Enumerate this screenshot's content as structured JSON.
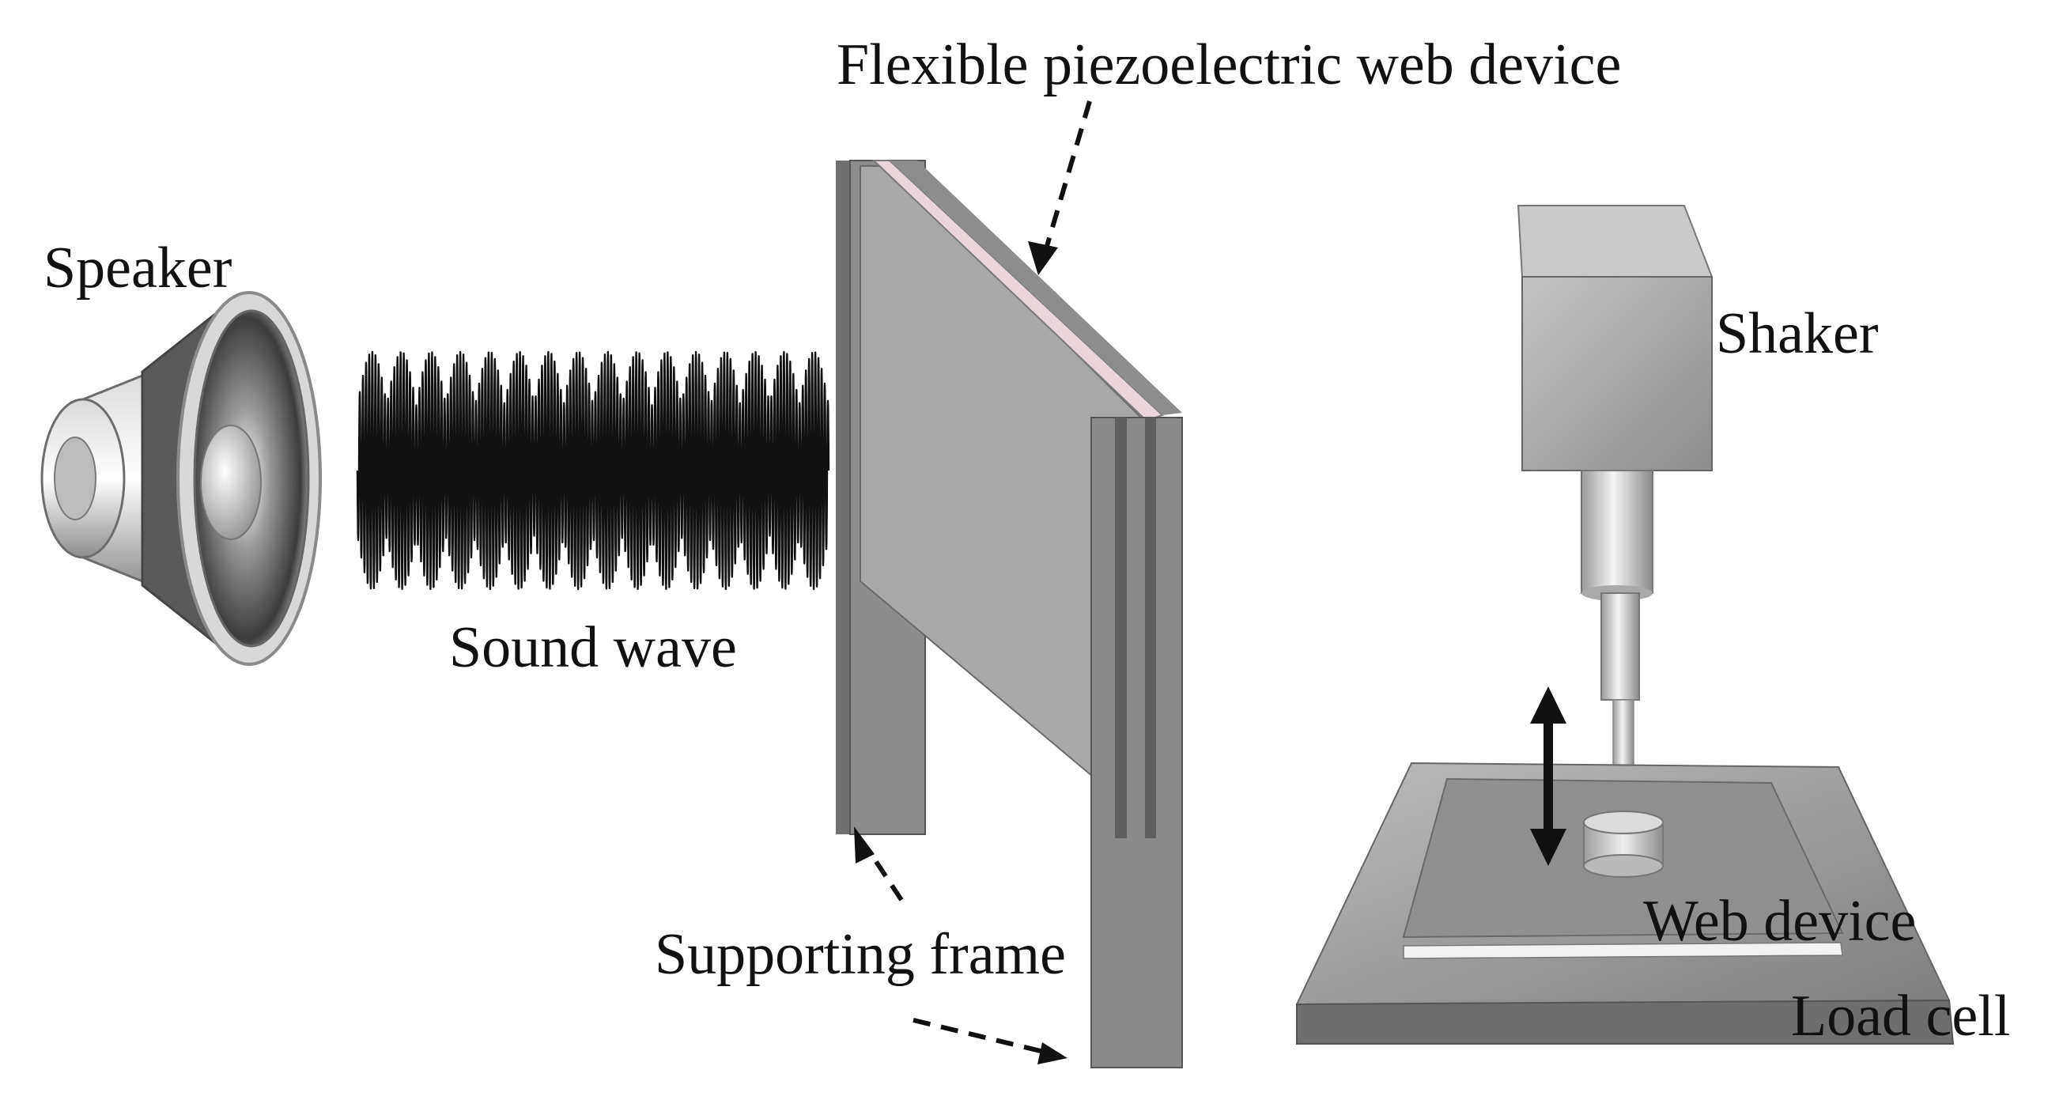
{
  "labels": {
    "speaker": "Speaker",
    "sound_wave": "Sound wave",
    "flexible_device": "Flexible piezoelectric web device",
    "supporting_frame": "Supporting frame",
    "shaker": "Shaker",
    "web_device": "Web device",
    "load_cell": "Load cell"
  },
  "colors": {
    "frame_light": "#a6a6a6",
    "frame_dark": "#7b7b7b",
    "membrane_stripe": "#e6d2d6",
    "wave": "#111111",
    "arrow": "#111111"
  }
}
